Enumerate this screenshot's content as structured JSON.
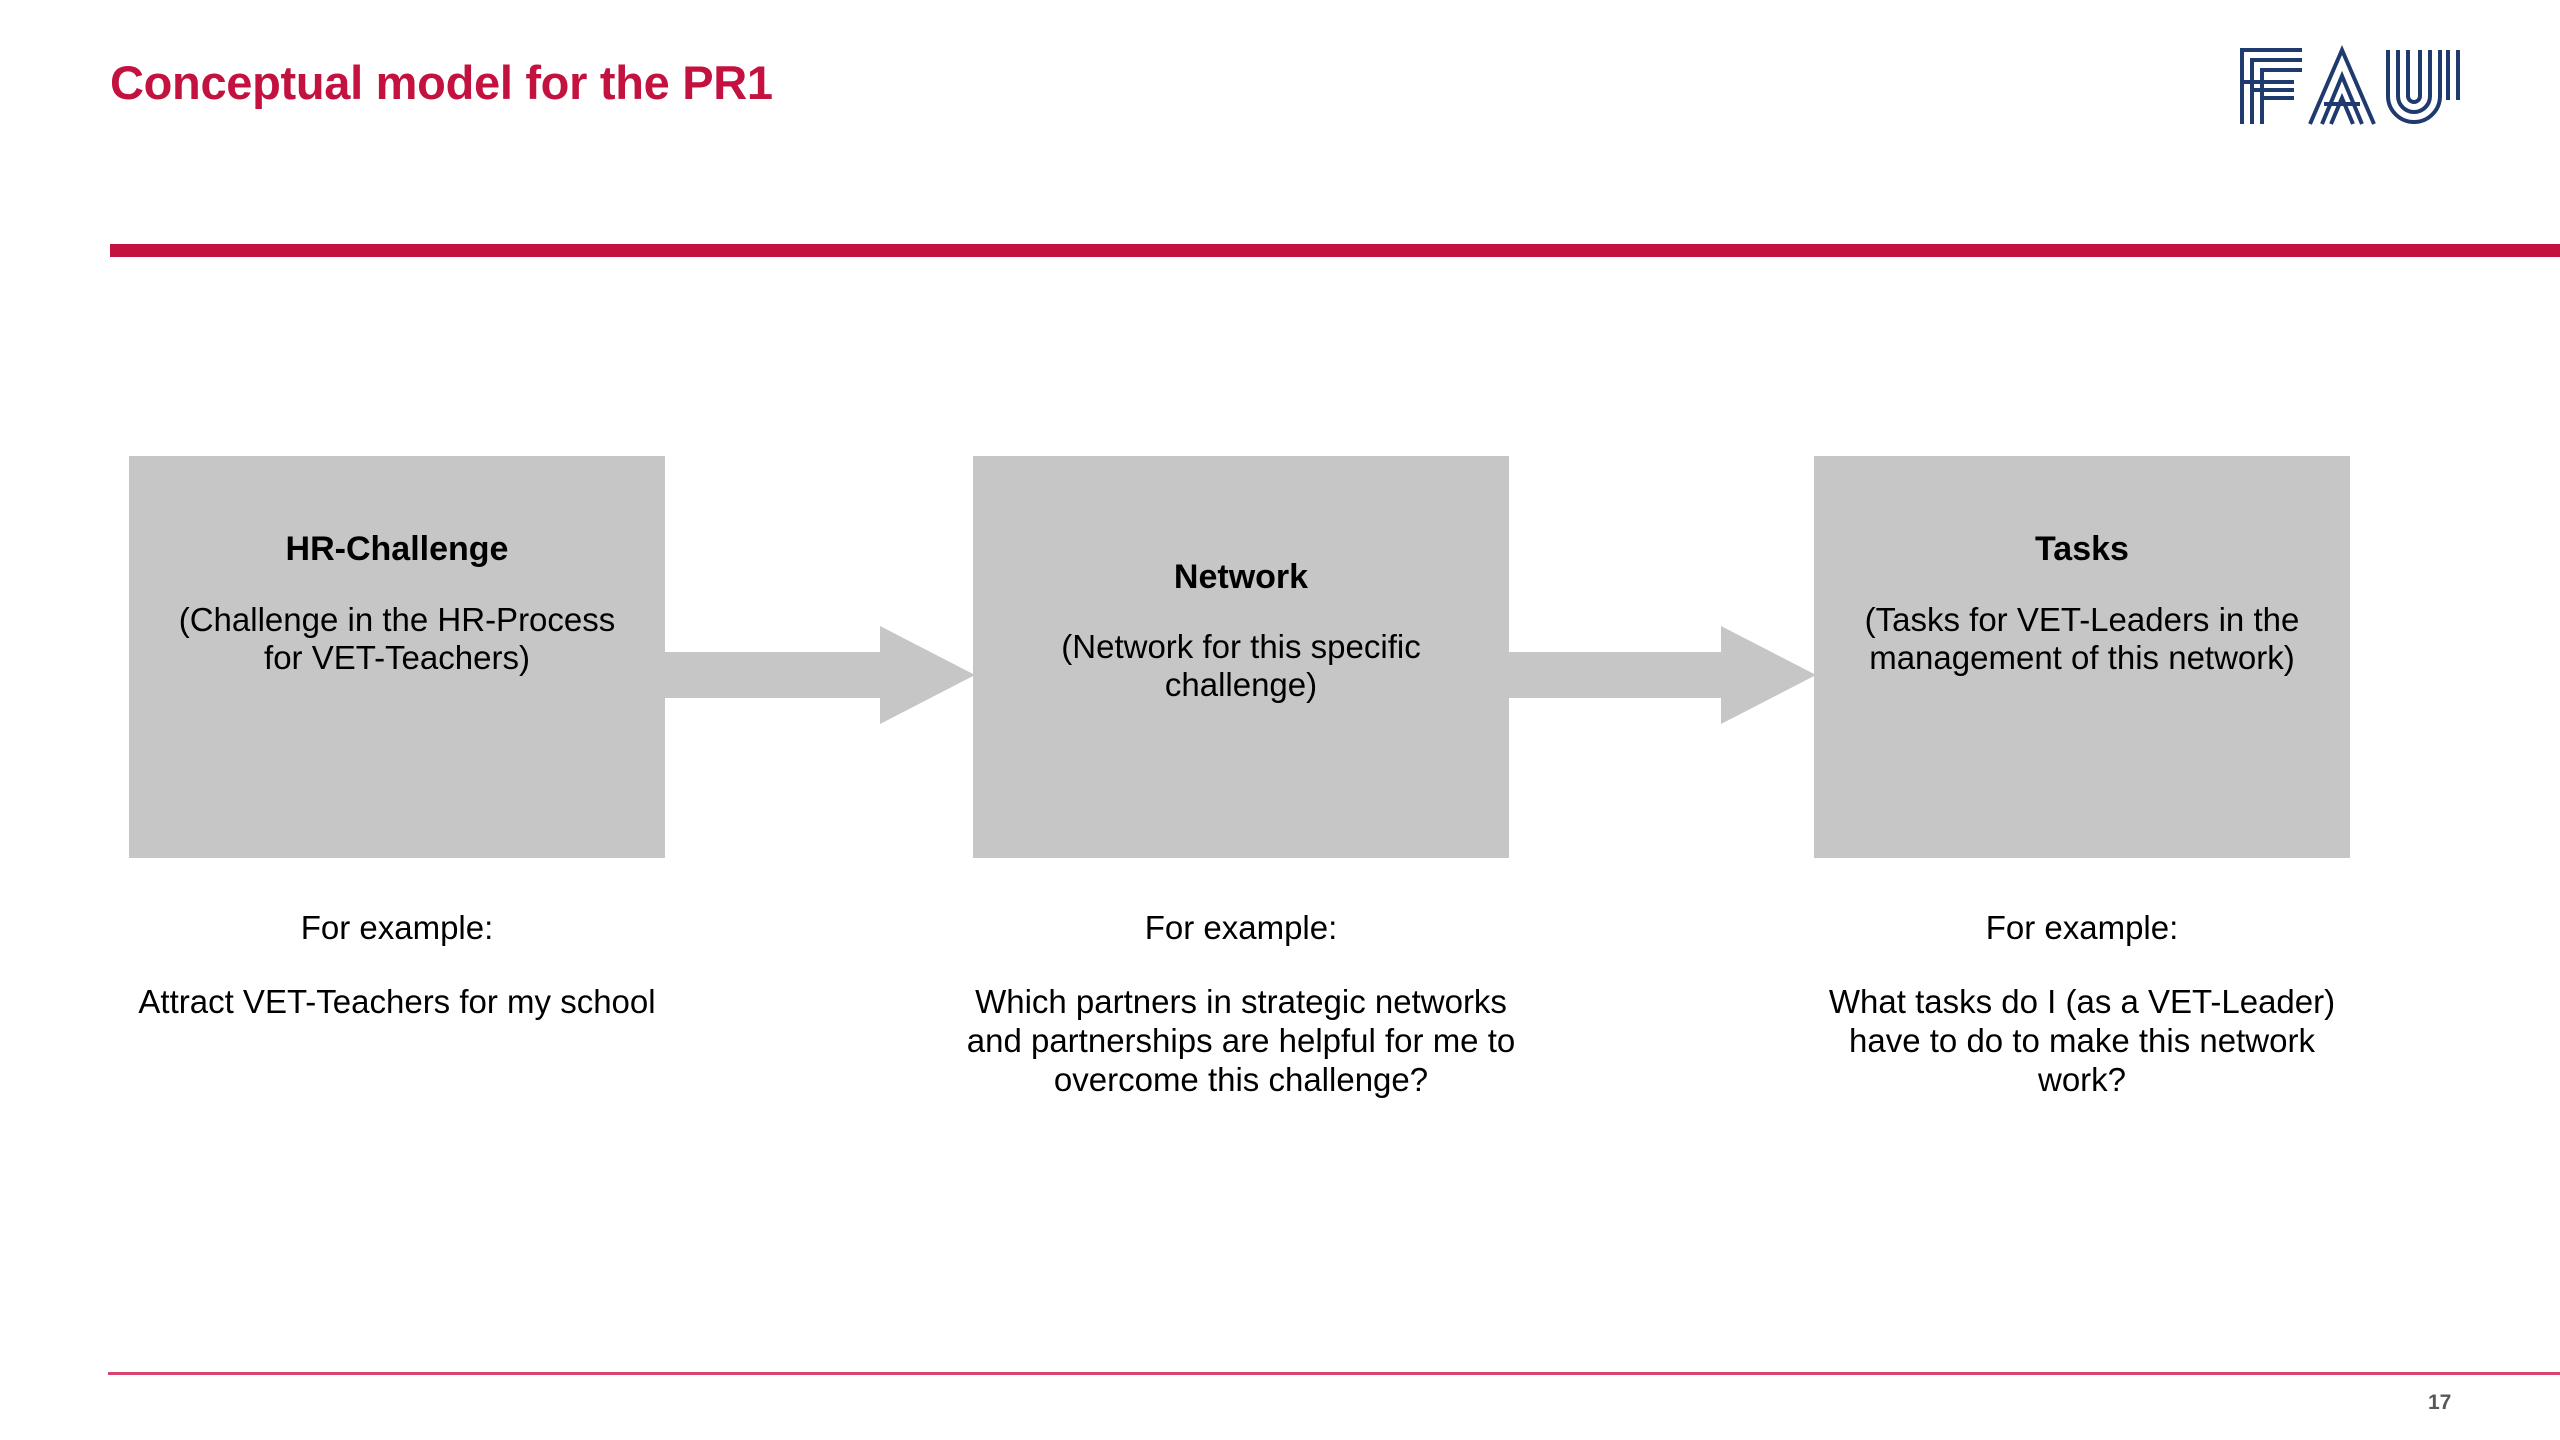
{
  "header": {
    "title": "Conceptual model for the PR1",
    "logo_name": "FAU",
    "title_color": "#C3123F",
    "rule_color": "#C3123F"
  },
  "footer": {
    "page_number": "17",
    "rule_color": "#D6456F"
  },
  "diagram": {
    "box_fill": "#C6C6C6",
    "arrow_fill": "#C6C6C6",
    "stages": [
      {
        "heading": "HR-Challenge",
        "subtitle": "(Challenge in the HR-Process for VET-Teachers)",
        "example_label": "For example:",
        "example_text": "Attract VET-Teachers for my school"
      },
      {
        "heading": "Network",
        "subtitle": "(Network for this specific challenge)",
        "example_label": "For example:",
        "example_text": "Which partners in strategic networks and partnerships are helpful for me to overcome this challenge?"
      },
      {
        "heading": "Tasks",
        "subtitle": "(Tasks for VET-Leaders in the management of this network)",
        "example_label": "For example:",
        "example_text": "What tasks do I (as a VET-Leader) have to do to make this network work?"
      }
    ],
    "arrows": [
      {
        "name": "arrow-stage1-to-stage2"
      },
      {
        "name": "arrow-stage2-to-stage3"
      }
    ]
  }
}
